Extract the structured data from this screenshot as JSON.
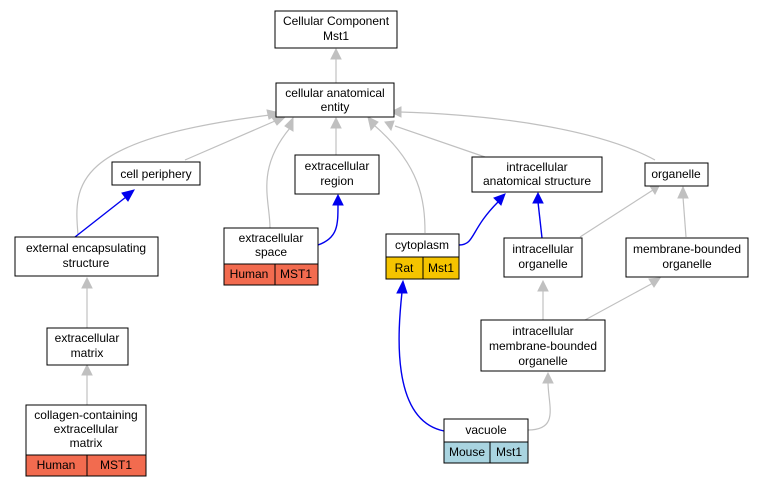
{
  "colors": {
    "human": "#f26b4f",
    "rat": "#f5c400",
    "mouse": "#a9d4e0",
    "is_a_edge": "#c0c0c0",
    "part_of_edge": "#0000ee"
  },
  "nodes": {
    "root": {
      "lines": [
        "Cellular Component",
        "Mst1"
      ]
    },
    "cae": {
      "lines": [
        "cellular anatomical",
        "entity"
      ]
    },
    "periphery": {
      "lines": [
        "cell periphery"
      ]
    },
    "ecregion": {
      "lines": [
        "extracellular",
        "region"
      ]
    },
    "ias": {
      "lines": [
        "intracellular",
        "anatomical structure"
      ]
    },
    "organelle": {
      "lines": [
        "organelle"
      ]
    },
    "ecstruct": {
      "lines": [
        "external encapsulating",
        "structure"
      ]
    },
    "ecspace": {
      "lines": [
        "extracellular",
        "space"
      ],
      "tags": [
        {
          "label": "Human",
          "color": "human"
        },
        {
          "label": "MST1",
          "color": "human"
        }
      ]
    },
    "cytoplasm": {
      "lines": [
        "cytoplasm"
      ],
      "tags": [
        {
          "label": "Rat",
          "color": "rat"
        },
        {
          "label": "Mst1",
          "color": "rat"
        }
      ]
    },
    "intorg": {
      "lines": [
        "intracellular",
        "organelle"
      ]
    },
    "mbo": {
      "lines": [
        "membrane-bounded",
        "organelle"
      ]
    },
    "ecmatrix": {
      "lines": [
        "extracellular",
        "matrix"
      ]
    },
    "imbo": {
      "lines": [
        "intracellular",
        "membrane-bounded",
        "organelle"
      ]
    },
    "collagen": {
      "lines": [
        "collagen-containing",
        "extracellular",
        "matrix"
      ],
      "tags": [
        {
          "label": "Human",
          "color": "human"
        },
        {
          "label": "MST1",
          "color": "human"
        }
      ]
    },
    "vacuole": {
      "lines": [
        "vacuole"
      ],
      "tags": [
        {
          "label": "Mouse",
          "color": "mouse"
        },
        {
          "label": "Mst1",
          "color": "mouse"
        }
      ]
    }
  }
}
